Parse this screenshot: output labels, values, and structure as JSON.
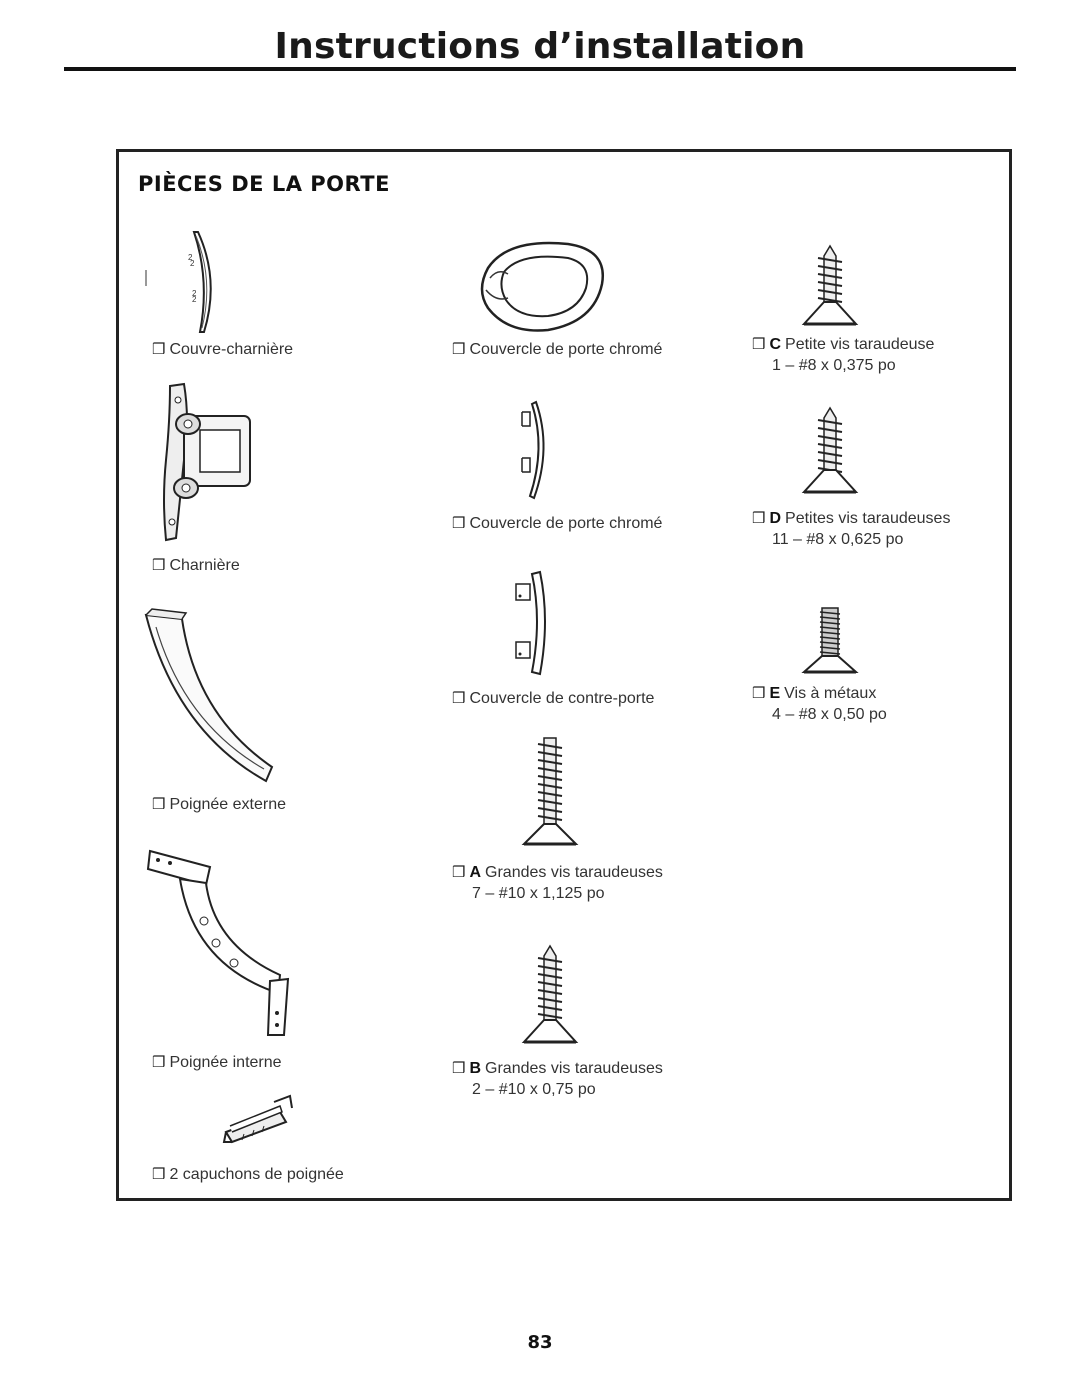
{
  "header": {
    "title": "Instructions d’installation"
  },
  "section": {
    "heading": "PIÈCES DE LA PORTE"
  },
  "checkbox_glyph": "❒",
  "items": {
    "hinge_cover": {
      "label": "Couvre-charnière"
    },
    "hinge": {
      "label": "Charnière"
    },
    "outer_handle": {
      "label": "Poignée externe"
    },
    "inner_handle": {
      "label": "Poignée interne"
    },
    "handle_caps": {
      "label": "2 capuchons de poignée"
    },
    "chrome_cover_1": {
      "label": "Couvercle de porte chromé"
    },
    "chrome_cover_2": {
      "label": "Couvercle de porte chromé"
    },
    "inner_door_cover": {
      "label": "Couvercle de contre-porte"
    },
    "screw_a": {
      "code": "A",
      "label": "Grandes vis taraudeuses",
      "qty": "7 – #10 x 1,125 po"
    },
    "screw_b": {
      "code": "B",
      "label": "Grandes vis taraudeuses",
      "qty": "2 – #10 x 0,75 po"
    },
    "screw_c": {
      "code": "C",
      "label": "Petite vis taraudeuse",
      "qty": "1 – #8 x 0,375 po"
    },
    "screw_d": {
      "code": "D",
      "label": "Petites vis taraudeuses",
      "qty": "11 – #8 x 0,625 po"
    },
    "screw_e": {
      "code": "E",
      "label": "Vis à métaux",
      "qty": "4 – #8 x 0,50 po"
    }
  },
  "footer": {
    "page_number": "83"
  }
}
